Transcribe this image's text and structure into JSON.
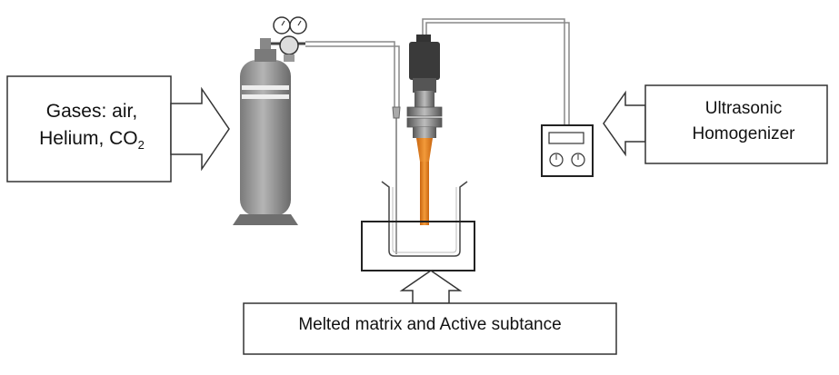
{
  "gas_source": {
    "line1": "Gases: air,",
    "line2_main": "Helium, CO",
    "line2_sub": "2"
  },
  "homogenizer": {
    "line1": "Ultrasonic",
    "line2": "Homogenizer"
  },
  "vessel": {
    "label": "Melted matrix and  Active subtance"
  },
  "colors": {
    "probe_tip": "#e8801c",
    "cylinder_dark": "#6d6d6d",
    "cylinder_light": "#a9a9a9",
    "transducer_dark": "#3a3a3a",
    "outline": "#222222"
  }
}
